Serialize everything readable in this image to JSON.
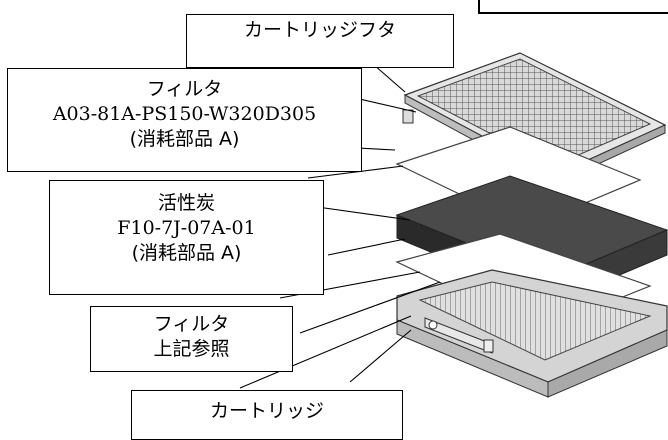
{
  "labels": {
    "cartridge_lid": {
      "title": "カートリッジフタ"
    },
    "filter_1": {
      "title": "フィルタ",
      "part_no": "A03-81A-PS150-W320D305",
      "note": "(消耗部品 A)"
    },
    "carbon": {
      "title": "活性炭",
      "part_no": "F10-7J-07A-01",
      "note": "(消耗部品 A)"
    },
    "filter_2": {
      "title": "フィルタ",
      "note": "上記参照"
    },
    "cartridge": {
      "title": "カートリッジ"
    }
  },
  "colors": {
    "carbon_top": "#4a4a4a",
    "carbon_side": "#2a2a2a",
    "frame": "#cfcfcf",
    "filter_sheet": "#ffffff",
    "line": "#000000"
  }
}
